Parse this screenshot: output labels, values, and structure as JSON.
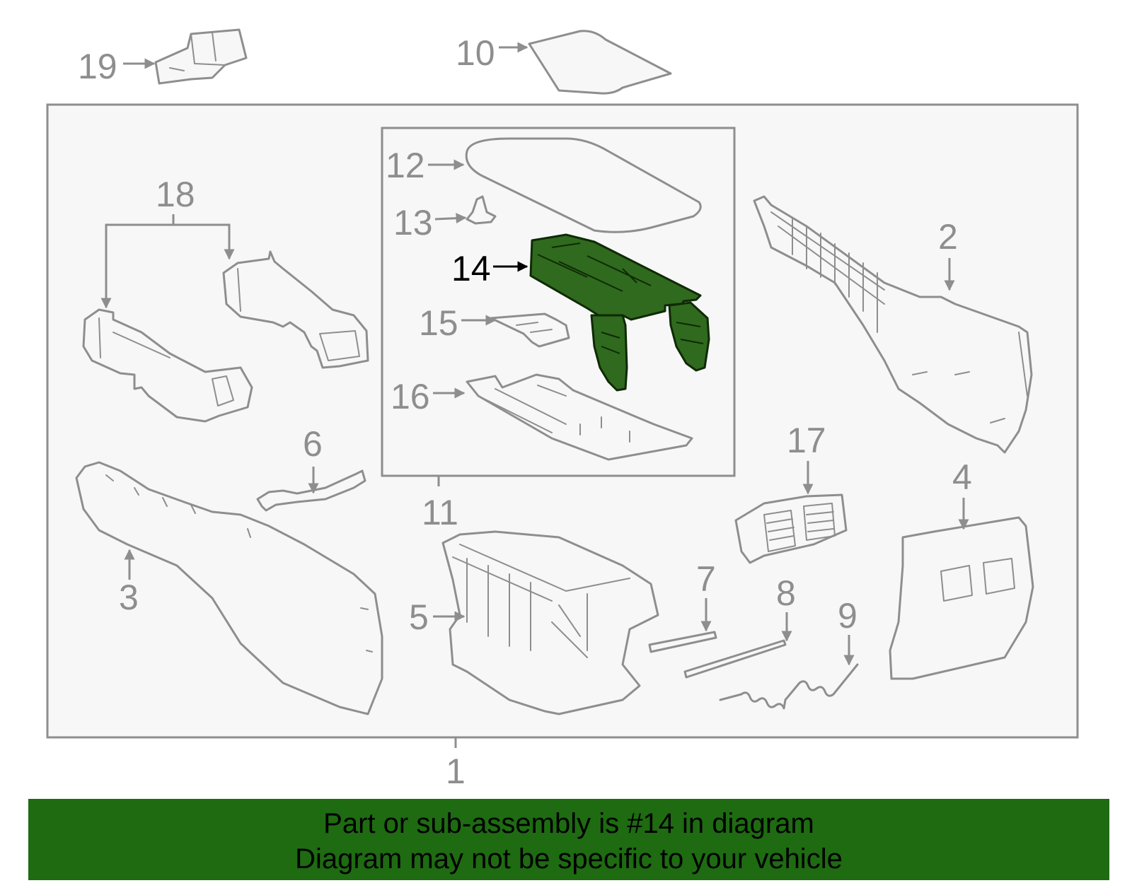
{
  "diagram": {
    "callouts": {
      "c1": "1",
      "c2": "2",
      "c3": "3",
      "c4": "4",
      "c5": "5",
      "c6": "6",
      "c7": "7",
      "c8": "8",
      "c9": "9",
      "c10": "10",
      "c11": "11",
      "c12": "12",
      "c13": "13",
      "c14": "14",
      "c15": "15",
      "c16": "16",
      "c17": "17",
      "c18": "18",
      "c19": "19"
    },
    "highlighted_part": "14",
    "colors": {
      "highlight_fill": "#2f6a1e",
      "line": "#8e8e8e",
      "banner": "#1e6b12"
    }
  },
  "banner": {
    "line1": "Part or sub-assembly is #14 in diagram",
    "line2": "Diagram may not be specific to your vehicle"
  }
}
